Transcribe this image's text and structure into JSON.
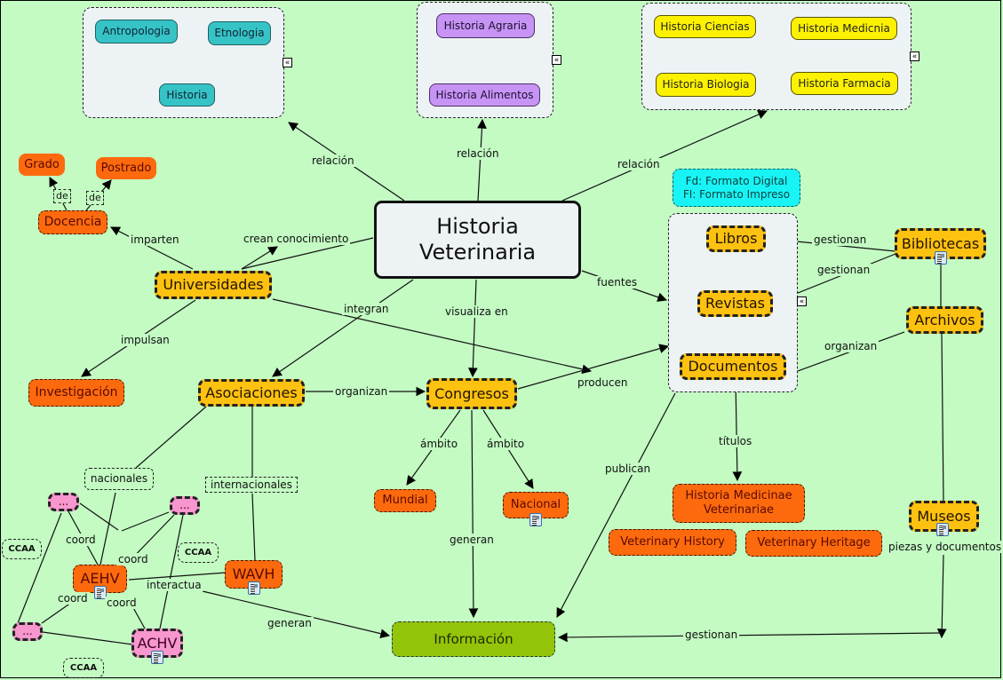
{
  "main_concept": [
    "Historia",
    "Veterinaria"
  ],
  "groups": {
    "social_sciences": [
      "Antropologia",
      "Etnologia",
      "Historia"
    ],
    "agrarian": [
      "Historia Agraria",
      "Historia Alimentos"
    ],
    "sciences": [
      "Historia Ciencias",
      "Historia Medicnia",
      "Historia Biologia",
      "Historia Farmacia"
    ],
    "sources": [
      "Libros",
      "Revistas",
      "Documentos"
    ]
  },
  "legend": [
    "Fd: Formato Digital",
    "FI: Formato Impreso"
  ],
  "nodes": {
    "grado": "Grado",
    "postrado": "Postrado",
    "docencia": "Docencia",
    "universidades": "Universidades",
    "investigacion": "Investigación",
    "asociaciones": "Asociaciones",
    "congresos": "Congresos",
    "mundial": "Mundial",
    "nacional": "Nacional",
    "informacion": "Información",
    "bibliotecas": "Bibliotecas",
    "archivos": "Archivos",
    "museos": "Museos",
    "hmv": [
      "Historia Medicinae",
      "Veterinariae"
    ],
    "vet_history": "Veterinary History",
    "vet_heritage": "Veterinary Heritage",
    "nacionales": "nacionales",
    "internacionales": "internacionales",
    "aehv": "AEHV",
    "achv": "ACHV",
    "wavh": "WAVH",
    "ellipsis": "...",
    "ccaa": "CCAA"
  },
  "links": {
    "relacion": "relación",
    "de": "de",
    "imparten": "imparten",
    "crean_conocimiento": "crean conocimiento",
    "impulsan": "impulsan",
    "integran": "integran",
    "visualiza_en": "visualiza en",
    "fuentes": "fuentes",
    "organizan": "organizan",
    "producen": "producen",
    "ambito": "ámbito",
    "generan": "generan",
    "publican": "publican",
    "titulos": "títulos",
    "gestionan": "gestionan",
    "piezas": "piezas y documentos",
    "coord": "coord",
    "interactua": "interactua"
  },
  "icons": {
    "collapse": "«"
  }
}
